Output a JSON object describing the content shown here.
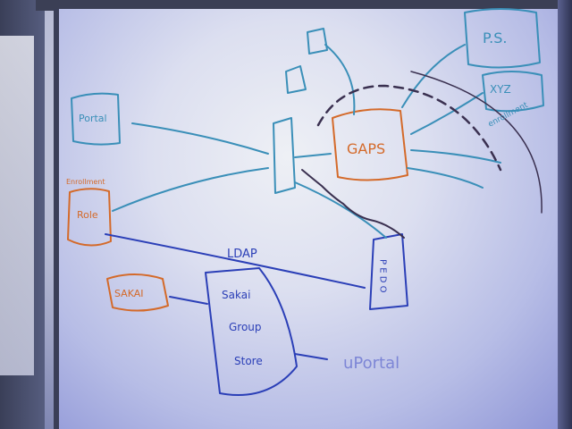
{
  "labels": {
    "portal_box": "Portal",
    "role_box": "Role",
    "gaps_box": "GAPS",
    "ps_box": "P.S.",
    "xyz_box": "XYZ",
    "xyz_note": "enrollment",
    "ldap_label": "LDAP",
    "sakai_box": "SAKAI",
    "sakai_group_store_line1": "Sakai",
    "sakai_group_store_line2": "Group",
    "sakai_group_store_line3": "Store",
    "uportal_label": "uPortal",
    "pedo_column": "P E D O",
    "above_role": "Enrollment"
  },
  "colors": {
    "marker_blue": "#2b3fb7",
    "marker_teal": "#3a8fb8",
    "marker_orange": "#d46a2a",
    "marker_dark": "#3a3050"
  }
}
